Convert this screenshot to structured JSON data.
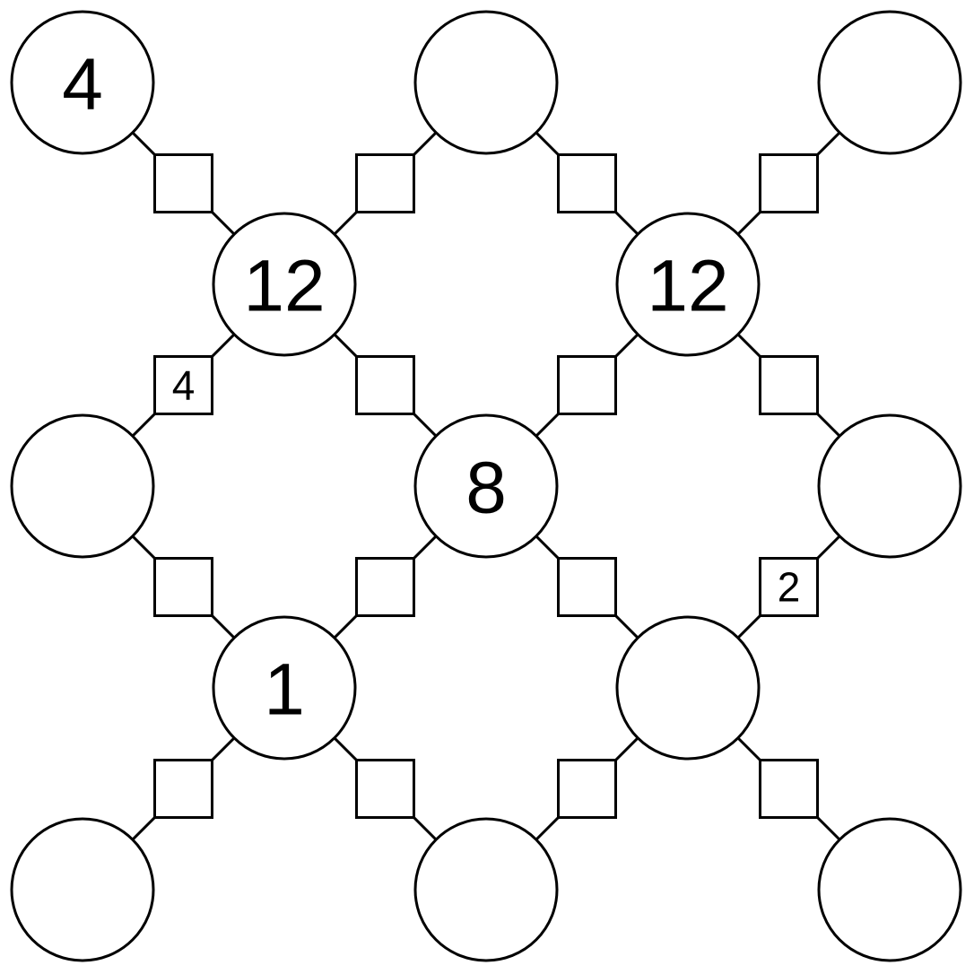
{
  "circles": [
    {
      "id": "r0c0",
      "value": "4"
    },
    {
      "id": "r0c2",
      "value": ""
    },
    {
      "id": "r0c4",
      "value": ""
    },
    {
      "id": "r1c1",
      "value": "12"
    },
    {
      "id": "r1c3",
      "value": "12"
    },
    {
      "id": "r2c0",
      "value": ""
    },
    {
      "id": "r2c2",
      "value": "8"
    },
    {
      "id": "r2c4",
      "value": ""
    },
    {
      "id": "r3c1",
      "value": "1"
    },
    {
      "id": "r3c3",
      "value": ""
    },
    {
      "id": "r4c0",
      "value": ""
    },
    {
      "id": "r4c2",
      "value": ""
    },
    {
      "id": "r4c4",
      "value": ""
    }
  ],
  "boxes": [
    {
      "id": "b-r0c0-r1c1",
      "value": ""
    },
    {
      "id": "b-r0c2-r1c1",
      "value": ""
    },
    {
      "id": "b-r0c2-r1c3",
      "value": ""
    },
    {
      "id": "b-r0c4-r1c3",
      "value": ""
    },
    {
      "id": "b-r1c1-r2c0",
      "value": "4"
    },
    {
      "id": "b-r1c1-r2c2",
      "value": ""
    },
    {
      "id": "b-r1c3-r2c2",
      "value": ""
    },
    {
      "id": "b-r1c3-r2c4",
      "value": ""
    },
    {
      "id": "b-r2c0-r3c1",
      "value": ""
    },
    {
      "id": "b-r2c2-r3c1",
      "value": ""
    },
    {
      "id": "b-r2c2-r3c3",
      "value": ""
    },
    {
      "id": "b-r2c4-r3c3",
      "value": "2"
    },
    {
      "id": "b-r3c1-r4c0",
      "value": ""
    },
    {
      "id": "b-r3c1-r4c2",
      "value": ""
    },
    {
      "id": "b-r3c3-r4c2",
      "value": ""
    },
    {
      "id": "b-r3c3-r4c4",
      "value": ""
    }
  ]
}
